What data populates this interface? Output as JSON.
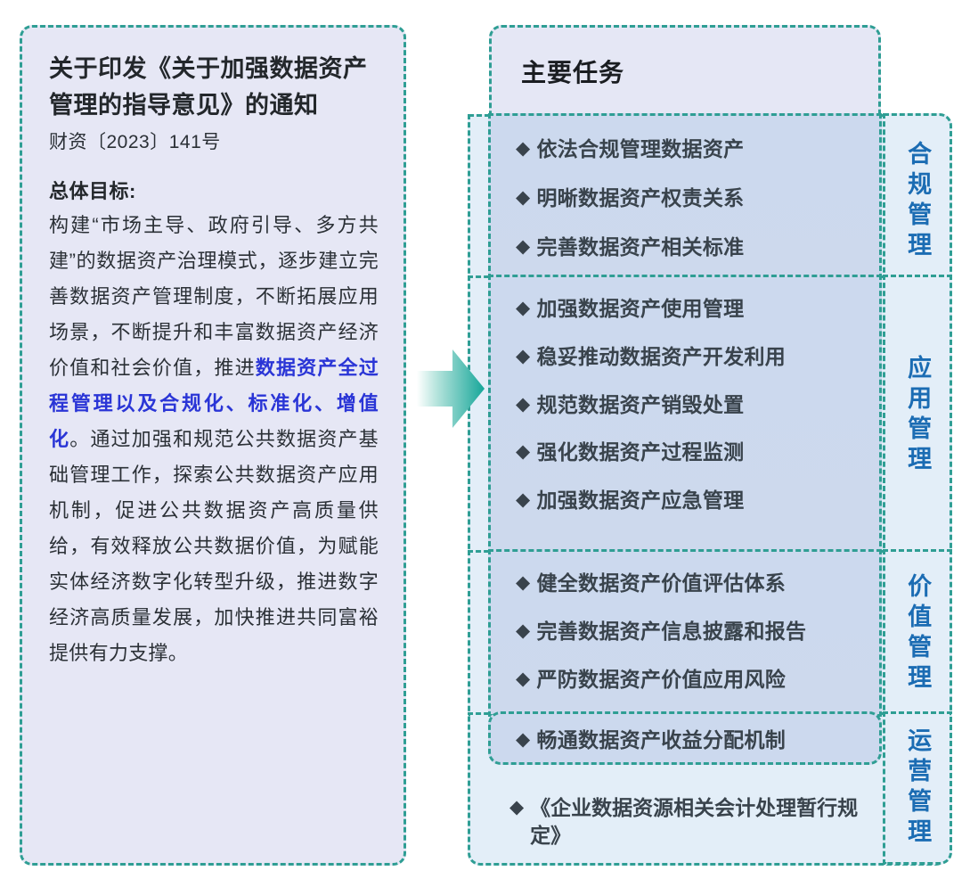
{
  "left_card": {
    "title": "关于印发《关于加强数据资产管理的指导意见》的通知",
    "doc_number": "财资〔2023〕141号",
    "goal_heading": "总体目标:",
    "goal_text_before": "构建“市场主导、政府引导、多方共建”的数据资产治理模式，逐步建立完善数据资产管理制度，不断拓展应用场景，不断提升和丰富数据资产经济价值和社会价值，推进",
    "goal_text_highlight": "数据资产全过程管理以及合规化、标准化、增值化",
    "goal_text_after": "。通过加强和规范公共数据资产基础管理工作，探索公共数据资产应用机制，促进公共数据资产高质量供给，有效释放公共数据价值，为赋能实体经济数字化转型升级，推进数字经济高质量发展，加快推进共同富裕提供有力支撑。"
  },
  "arrow": {
    "icon": "arrow-right-icon",
    "gradient_from": "#ffffff",
    "gradient_to": "#1aa79c"
  },
  "right_panel": {
    "header_title": "主要任务",
    "bullet_glyph": "◆",
    "groups": [
      {
        "label": "合规管理",
        "tasks": [
          "依法合规管理数据资产",
          "明晰数据资产权责关系",
          "完善数据资产相关标准"
        ]
      },
      {
        "label": "应用管理",
        "tasks": [
          "加强数据资产使用管理",
          "稳妥推动数据资产开发利用",
          "规范数据资产销毁处置",
          "强化数据资产过程监测",
          "加强数据资产应急管理"
        ]
      },
      {
        "label": "价值管理",
        "tasks": [
          "健全数据资产价值评估体系",
          "完善数据资产信息披露和报告",
          "严防数据资产价值应用风险"
        ]
      },
      {
        "label": "运营管理",
        "boxed_tasks": [
          "畅通数据资产收益分配机制"
        ],
        "free_tasks": [
          "《企业数据资源相关会计处理暂行规定》"
        ]
      }
    ]
  },
  "colors": {
    "dashed_border": "#2f9e94",
    "card_background": "#e6e7f5",
    "list_background": "#ccd9ee",
    "side_label_background": "#e3eef8",
    "side_label_text": "#1b6cb3",
    "task_text": "#39434c",
    "highlight_text": "#2a35d6"
  }
}
